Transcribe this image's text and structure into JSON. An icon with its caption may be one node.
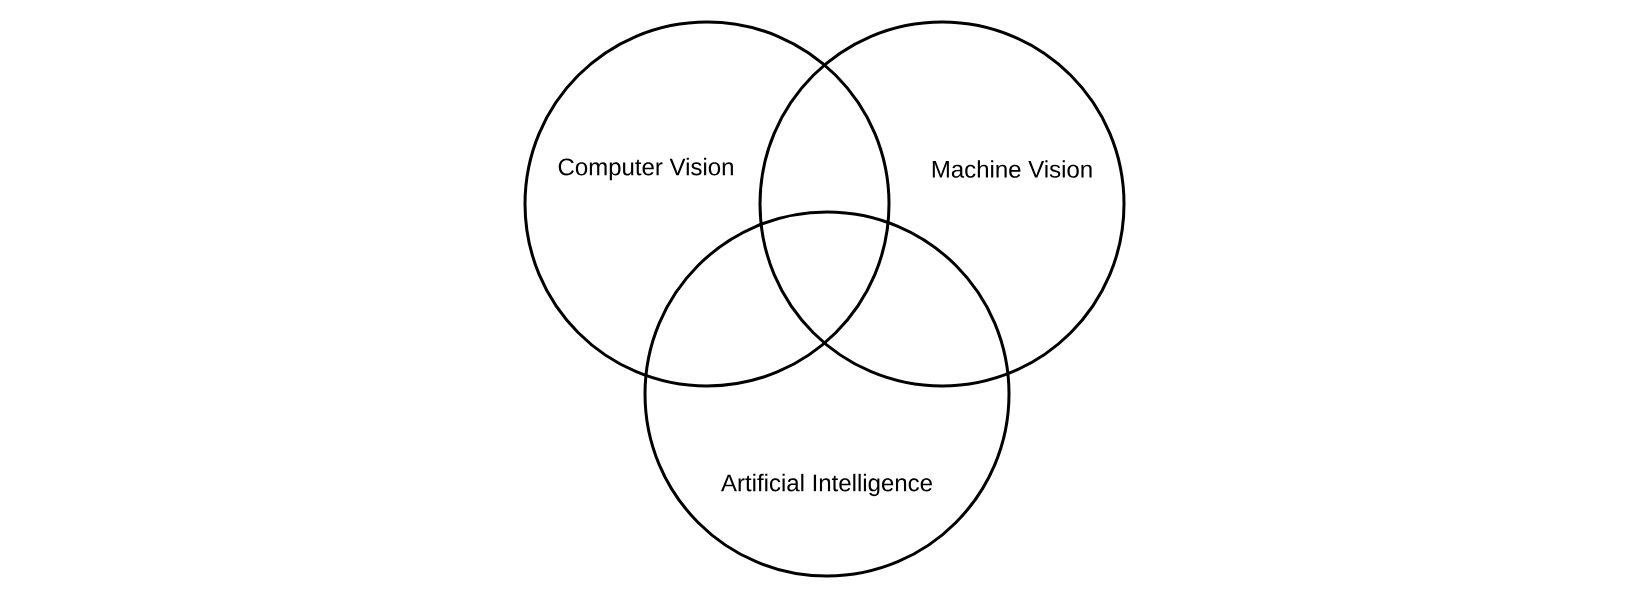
{
  "diagram": {
    "nodes": [
      {
        "text": [
          "Computer Vision"
        ]
      },
      {
        "text": [
          "Machine Vision"
        ]
      },
      {
        "text": [
          "Artificial Intelligence"
        ]
      }
    ]
  }
}
